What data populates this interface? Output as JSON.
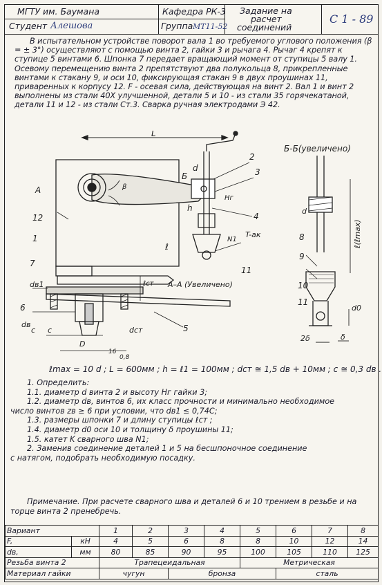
{
  "header": {
    "university": "МГТУ им. Баумана",
    "student_label": "Студент",
    "student_name": "Алешова",
    "department": "Кафедра РК-3",
    "group_label": "Группа",
    "group_value": "МТ11-52",
    "assignment_line1": "Задание на",
    "assignment_line2": "расчет",
    "assignment_line3": "соединений",
    "sheet_code": "С 1 - 89"
  },
  "task_text": "В испытательном устройстве поворот вала 1 во требуемого углового положения (β = ± 3°) осуществляют с помощью винта 2, гайки 3 и рычага 4. Рычаг 4 крепят к ступице 5 винтами 6. Шпонка 7 передает вращающий момент от ступицы 5 валу 1. Осевому перемещению винта 2 препятствуют два полукольца 8, прикрепленные винтами к стакану 9, и оси 10, фиксирующая стакан 9 в двух проушинах 11, приваренных к корпусу 12. F - осевая сила, действующая на винт 2. Вал 1 и винт 2 выполнены из стали 40Х улучшенной, детали 5 и 10 - из стали 35 горячекатаной, детали 11 и 12 - из стали Ст.3. Сварка ручная электродами Э 42.",
  "drawing": {
    "L": "L",
    "A": "A",
    "B": "Б",
    "beta": "β",
    "d": "d",
    "h": "h",
    "Hr": "Hг",
    "l": "ℓ",
    "l_st": "ℓст",
    "N1": "N1",
    "T_dk": "T-ак",
    "section_aa": "А–А (Увеличено)",
    "section_bb": "Б-Б(увеличено)",
    "d_v1": "dв1",
    "d_v": "dв",
    "d_st": "dст",
    "c": "c",
    "D": "D",
    "d0": "d0",
    "delta": "δ",
    "two_delta": "2δ",
    "l_max": "ℓ(ℓmax)",
    "k_label": "0,8",
    "num_16": "16",
    "part_labels": [
      "1",
      "2",
      "3",
      "4",
      "5",
      "6",
      "7",
      "8",
      "9",
      "10",
      "11",
      "12"
    ]
  },
  "formula": "ℓmax = 10 d ;  L = 600мм ;  h = ℓ1 = 100мм ;  dст ≅ 1,5 dв + 10мм ;  c ≅ 0,3 dв .",
  "questions": [
    "1. Определить:",
    "1.1. диаметр d винта 2 и высоту Hг гайки 3;",
    "1.2. диаметр dв, винтов 6, их класс прочности и минимально необходимое",
    "число винтов zв ≥ 6 при условии, что dв1 ≤ 0,74C;",
    "1.3. размеры шпонки 7 и длину ступицы ℓст ;",
    "1.4. диаметр d0 оси 10 и толщину δ проушины 11;",
    "1.5. катет K сварного шва N1;",
    "2. Заменив соединение деталей 1 и 5 на бесшпоночное соединение",
    "с натягом, подобрать необходимую посадку."
  ],
  "note": "Примечание. При расчете сварного шва и деталей 6 и 10 трением в резьбе и на торце винта 2 пренебречь.",
  "variants": {
    "headers": [
      "Вариант",
      "1",
      "2",
      "3",
      "4",
      "5",
      "6",
      "7",
      "8"
    ],
    "row_F": {
      "label": "F,",
      "unit": "кН",
      "values": [
        "4",
        "5",
        "6",
        "8",
        "8",
        "10",
        "12",
        "14"
      ]
    },
    "row_d": {
      "label": "dв,",
      "unit": "мм",
      "values": [
        "80",
        "85",
        "90",
        "95",
        "100",
        "105",
        "110",
        "125"
      ]
    },
    "thread_label": "Резьба винта 2",
    "thread_trap": "Трапецеидальная",
    "thread_metric": "Метрическая",
    "nut_label": "Материал гайки",
    "nut_cast": "чугун",
    "nut_bronze": "бронза",
    "nut_steel": "сталь"
  }
}
